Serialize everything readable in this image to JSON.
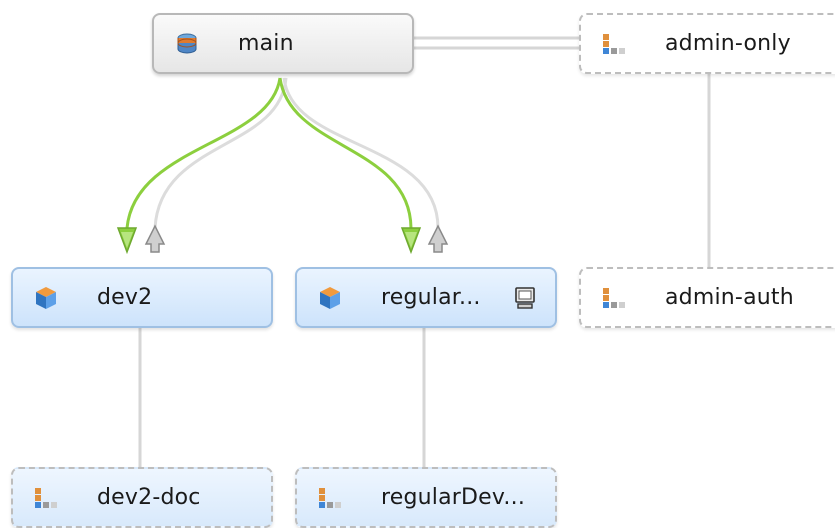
{
  "streams": {
    "main": {
      "label": "main",
      "type": "mainline"
    },
    "admin_only": {
      "label": "admin-only",
      "type": "virtual"
    },
    "dev2": {
      "label": "dev2",
      "type": "development"
    },
    "regular": {
      "label": "regular...",
      "type": "development"
    },
    "admin_auth": {
      "label": "admin-auth",
      "type": "virtual"
    },
    "dev2_doc": {
      "label": "dev2-doc",
      "type": "virtual"
    },
    "regular_dev": {
      "label": "regularDev...",
      "type": "virtual"
    }
  },
  "icons": {
    "mainline": "cylinder-stack-icon",
    "development": "cube-icon",
    "virtual": "bar-blocks-icon",
    "workspace": "monitor-icon"
  },
  "colors": {
    "merge_arrow": "#8ccf3e",
    "copy_arrow": "#a8a8a8",
    "link_line": "#d6d6d6",
    "dev_fill": "#d7e9fd",
    "dev_border": "#9fc0e3",
    "virtual_border": "#bdbdbd"
  }
}
